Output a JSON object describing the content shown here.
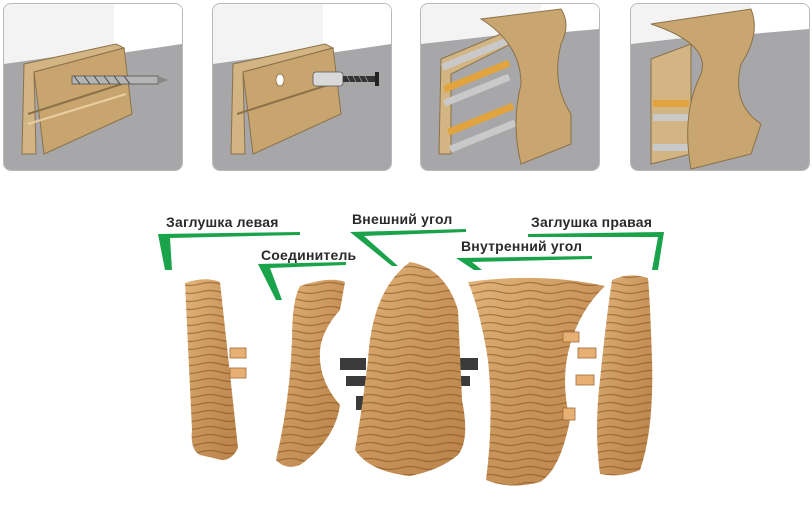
{
  "labels": {
    "left_cap": "Заглушка левая",
    "external_corner": "Внешний угол",
    "right_cap": "Заглушка правая",
    "connector": "Соединитель",
    "internal_corner": "Внутренний угол"
  },
  "colors": {
    "accent_green": "#1aa34a",
    "wood_light": "#d8a86a",
    "wood_dark": "#8b5a2b",
    "panel_wall": "#f1f1f1",
    "panel_floor": "#9a9a9c",
    "plinth_tan": "#c9a873"
  },
  "icons": [
    "drill-icon",
    "dowel-screw-icon",
    "cable-bundle-icon"
  ]
}
